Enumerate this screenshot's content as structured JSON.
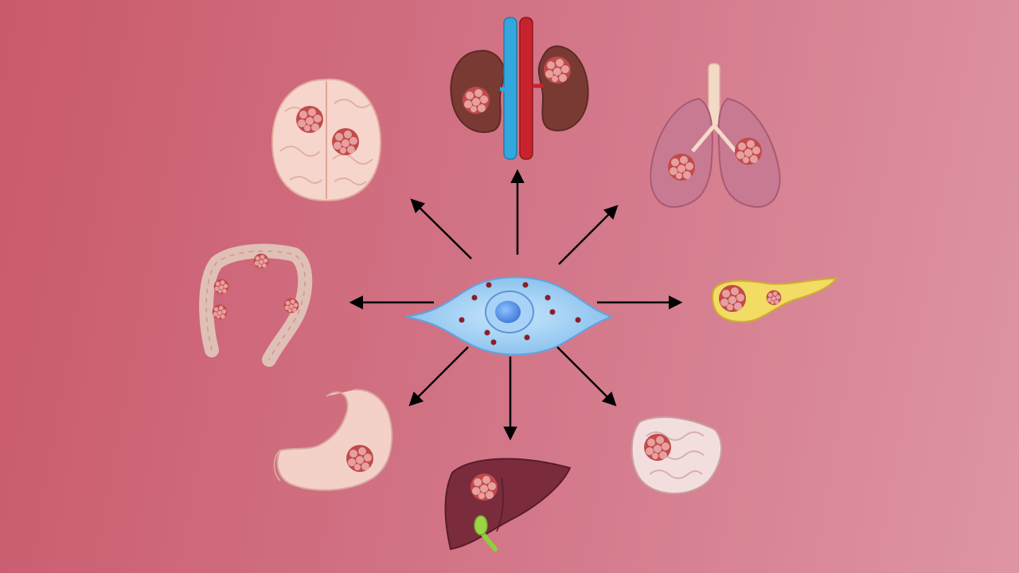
{
  "diagram": {
    "center": {
      "label": "",
      "icon": "cancer-cell-icon"
    },
    "organs": [
      {
        "id": "brain",
        "icon": "brain-icon",
        "has_tumor": true
      },
      {
        "id": "kidneys",
        "icon": "kidneys-icon",
        "has_tumor": true
      },
      {
        "id": "lungs",
        "icon": "lungs-icon",
        "has_tumor": true
      },
      {
        "id": "pancreas",
        "icon": "pancreas-icon",
        "has_tumor": true
      },
      {
        "id": "small-intestine",
        "icon": "small-intestine-icon",
        "has_tumor": true
      },
      {
        "id": "liver",
        "icon": "liver-icon",
        "has_tumor": true
      },
      {
        "id": "stomach",
        "icon": "stomach-icon",
        "has_tumor": true
      },
      {
        "id": "colon",
        "icon": "colon-icon",
        "has_tumor": true
      }
    ],
    "arrow_count": 8
  },
  "colors": {
    "background_left": "#c95a6c",
    "background_right": "#de95a2",
    "cell_fill": "#8fc8f2",
    "nucleus_fill": "#4f8fe6",
    "tumor_fill": "#c04848",
    "arrow": "#000000"
  }
}
